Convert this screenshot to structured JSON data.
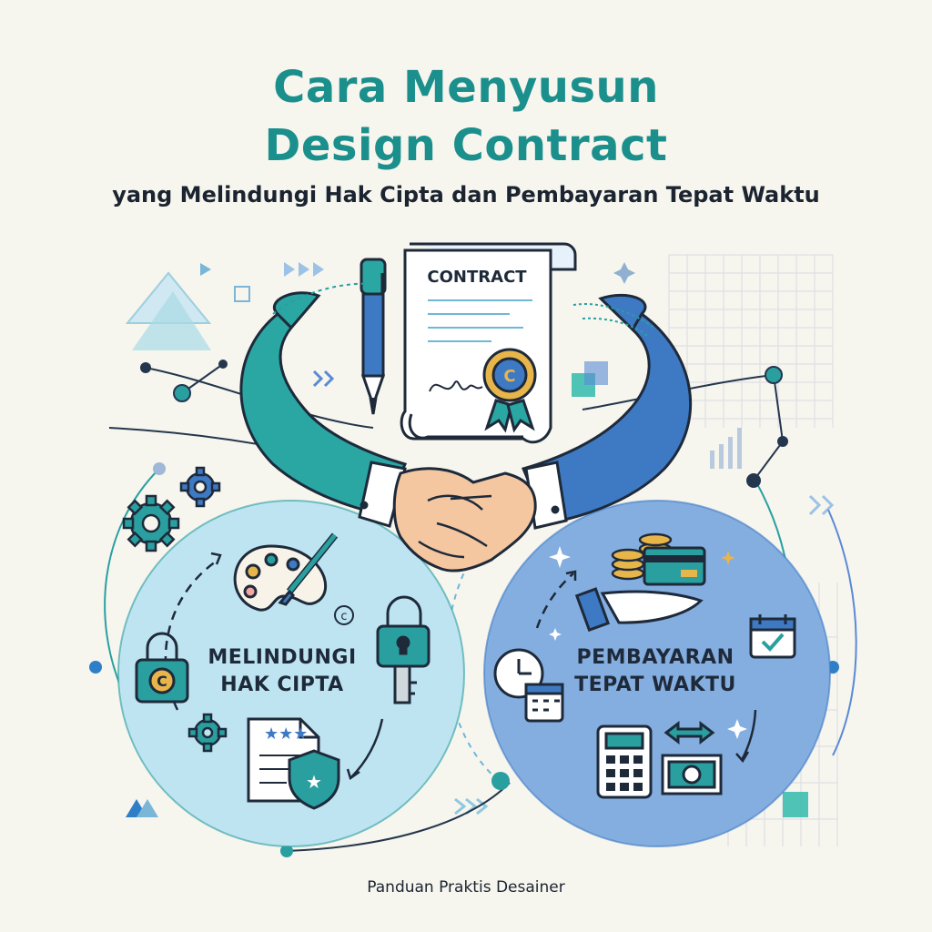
{
  "header": {
    "title_line1": "Cara Menyusun",
    "title_line2": "Design Contract",
    "subtitle": "yang Melindungi Hak Cipta dan Pembayaran Tepat Waktu"
  },
  "contract_document": {
    "label": "CONTRACT"
  },
  "left_circle": {
    "line1": "MELINDUNGI",
    "line2": "HAK CIPTA"
  },
  "right_circle": {
    "line1": "PEMBAYARAN",
    "line2": "TEPAT WAKTU"
  },
  "footer": {
    "text": "Panduan Praktis Desainer"
  },
  "colors": {
    "teal": "#1a8f8c",
    "blue": "#3e79c4",
    "left_circle_fill": "#bfe4f1",
    "right_circle_fill": "#84aee0",
    "gold": "#e8b54a",
    "skin": "#f4c7a1",
    "outline": "#1e2a3a"
  },
  "icons": [
    "pen-icon",
    "contract-icon",
    "seal-icon",
    "handshake-icon",
    "gear-icon",
    "palette-icon",
    "padlock-icon",
    "key-icon",
    "copyright-icon",
    "certificate-icon",
    "shield-icon",
    "coins-icon",
    "credit-card-icon",
    "hand-icon",
    "calendar-icon",
    "clock-icon",
    "calculator-icon",
    "exchange-arrows-icon",
    "banknote-icon"
  ]
}
